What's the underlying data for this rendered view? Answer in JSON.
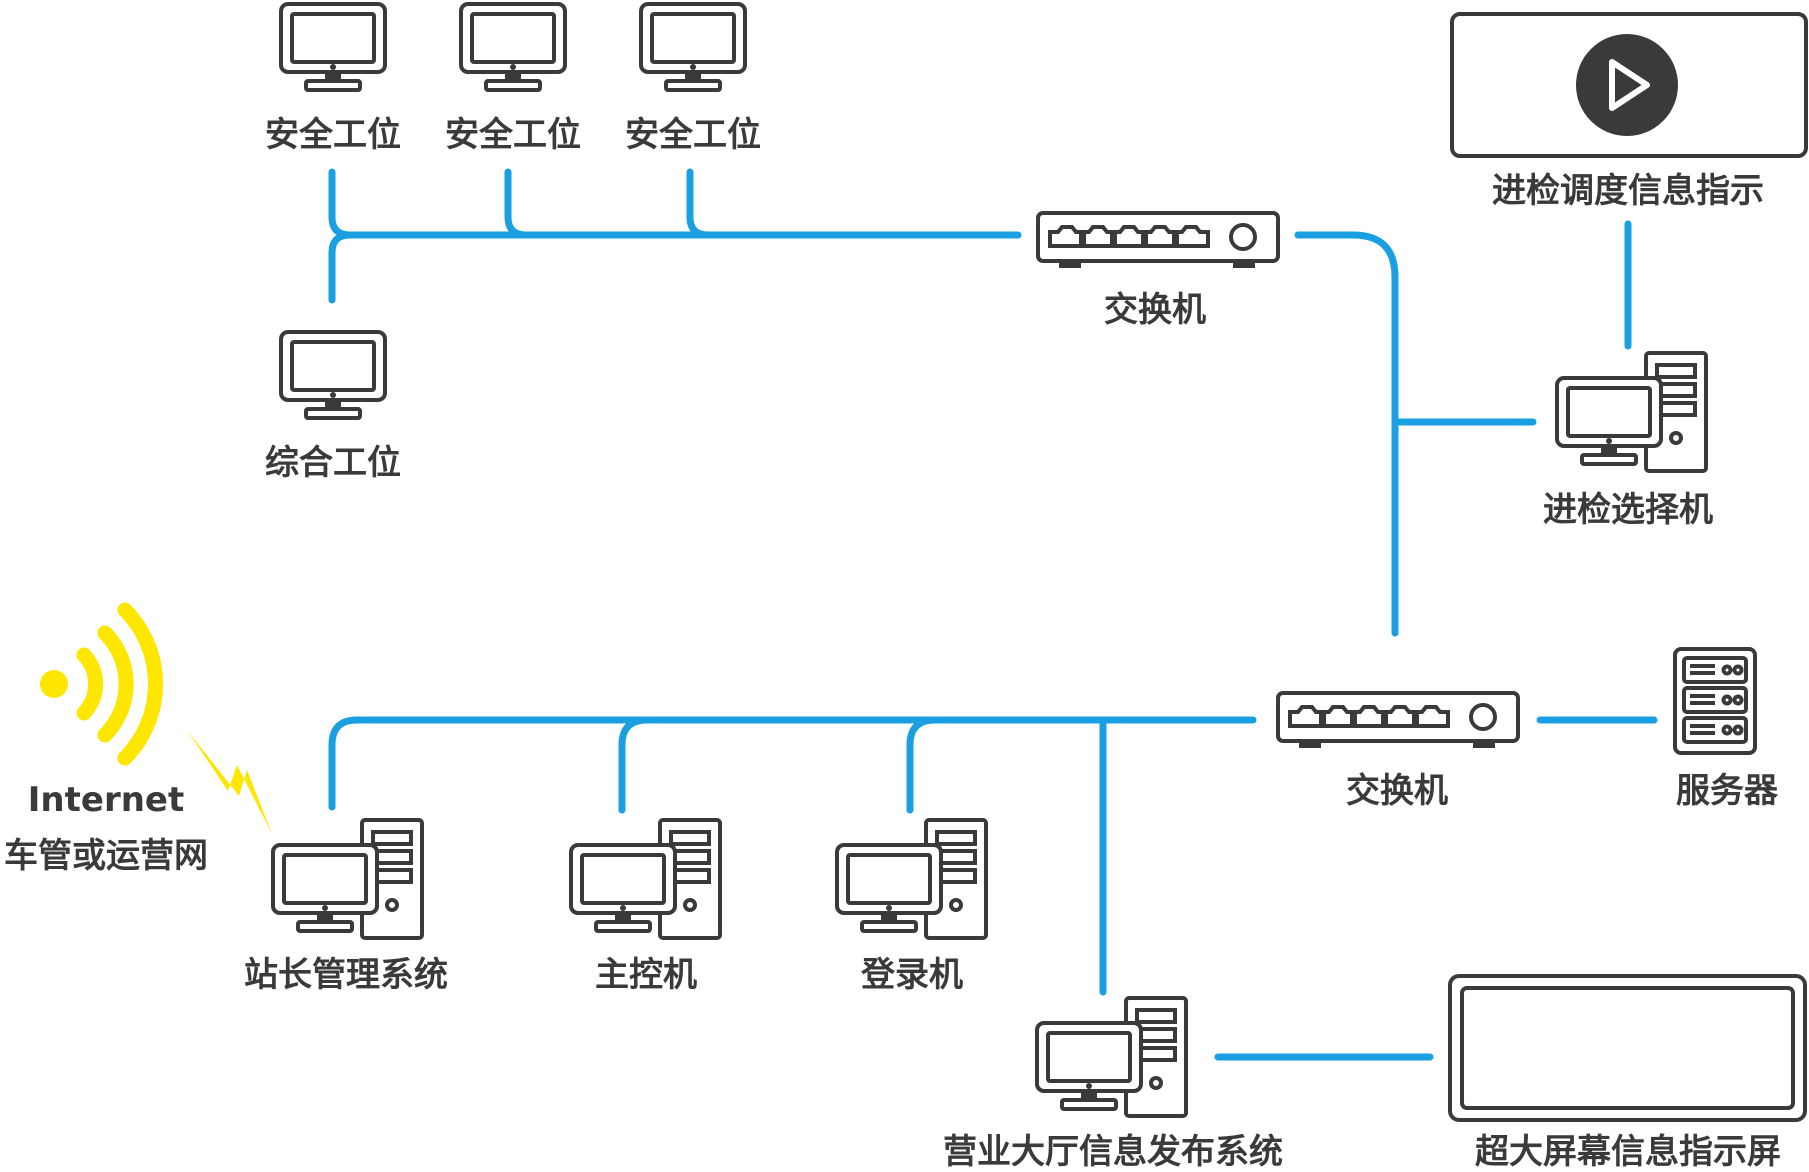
{
  "colors": {
    "wire": "#1aa0e2",
    "icon": "#3a3a3a",
    "signal": "#ffe600",
    "background": "#ffffff"
  },
  "nodes": {
    "security_ws_1": {
      "label": "安全工位",
      "icon": "monitor-icon"
    },
    "security_ws_2": {
      "label": "安全工位",
      "icon": "monitor-icon"
    },
    "security_ws_3": {
      "label": "安全工位",
      "icon": "monitor-icon"
    },
    "general_ws": {
      "label": "综合工位",
      "icon": "monitor-icon"
    },
    "switch_top": {
      "label": "交换机",
      "icon": "switch-icon"
    },
    "display_top": {
      "label": "进检调度信息指示",
      "icon": "play-screen-icon"
    },
    "selector": {
      "label": "进检选择机",
      "icon": "desktop-pc-icon"
    },
    "switch_bottom": {
      "label": "交换机",
      "icon": "switch-icon"
    },
    "server": {
      "label": "服务器",
      "icon": "server-icon"
    },
    "internet": {
      "line1": "Internet",
      "line2": "车管或运营网",
      "icon": "wireless-signal-icon"
    },
    "station_mgmt": {
      "label": "站长管理系统",
      "icon": "desktop-pc-icon"
    },
    "master": {
      "label": "主控机",
      "icon": "desktop-pc-icon"
    },
    "login": {
      "label": "登录机",
      "icon": "desktop-pc-icon"
    },
    "hall_info": {
      "label": "营业大厅信息发布系统",
      "icon": "desktop-pc-icon"
    },
    "big_screen": {
      "label": "超大屏幕信息指示屏",
      "icon": "large-screen-icon"
    }
  }
}
